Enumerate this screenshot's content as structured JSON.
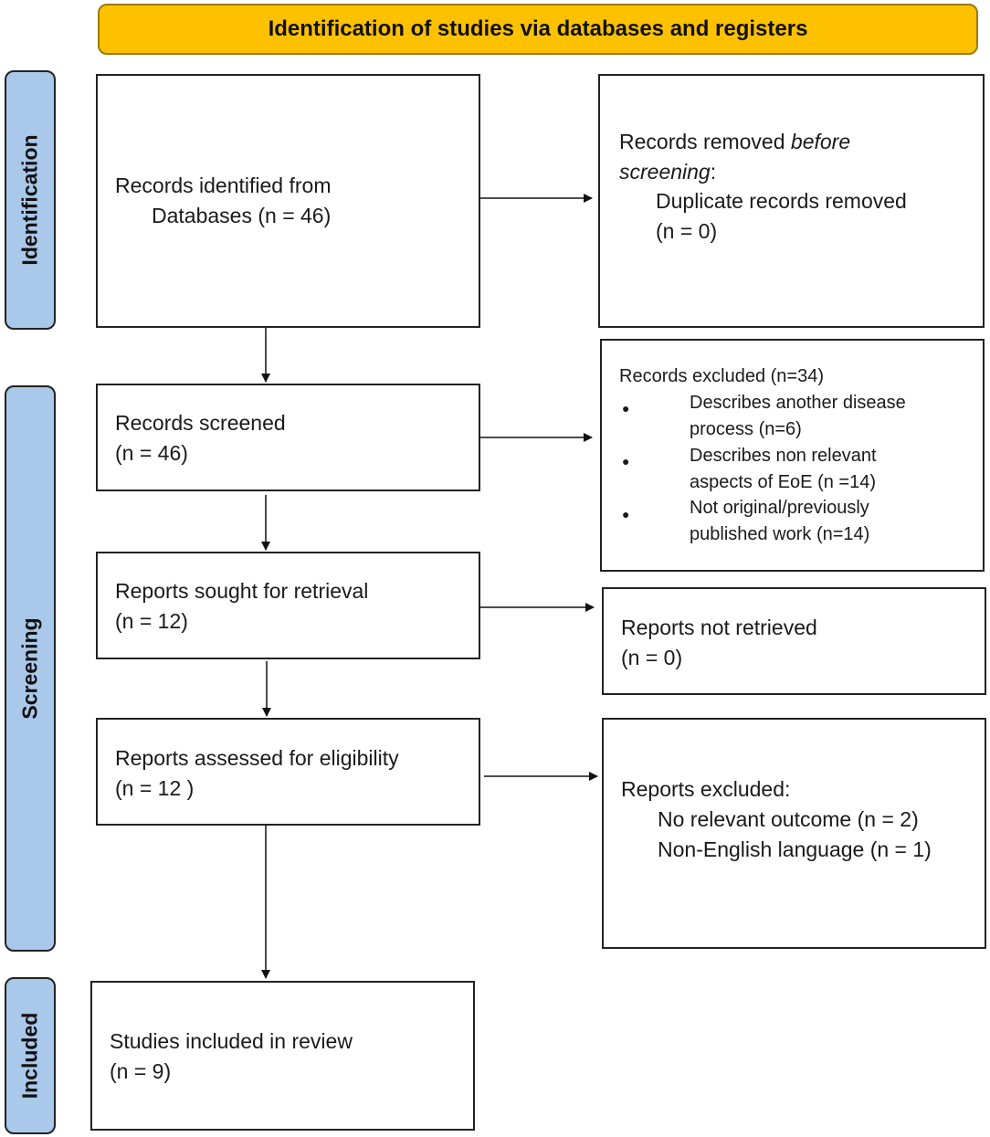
{
  "header": {
    "title": "Identification of studies via databases and registers"
  },
  "phases": {
    "identification": "Identification",
    "screening": "Screening",
    "included": "Included"
  },
  "boxes": {
    "records_identified": {
      "line1": "Records identified from",
      "line2": "Databases (n = 46)"
    },
    "records_removed": {
      "line1_a": "Records removed ",
      "line1_b": "before",
      "line2_a": "screening",
      "line2_b": ":",
      "line3": "Duplicate records removed",
      "line4": "(n = 0)"
    },
    "records_screened": {
      "line1": "Records screened",
      "line2": "(n = 46)"
    },
    "records_excluded": {
      "title": "Records excluded (n=34)",
      "items": [
        {
          "l1": "Describes another disease",
          "l2": "process (n=6)"
        },
        {
          "l1": "Describes non relevant",
          "l2": "aspects of EoE (n =14)"
        },
        {
          "l1": "Not original/previously",
          "l2": "published work (n=14)"
        }
      ],
      "bullet": "●"
    },
    "reports_sought": {
      "line1": "Reports sought for retrieval",
      "line2": "(n = 12)"
    },
    "reports_not_retrieved": {
      "line1": "Reports not retrieved",
      "line2": "(n = 0)"
    },
    "reports_assessed": {
      "line1": "Reports assessed for eligibility",
      "line2": "(n = 12 )"
    },
    "reports_excluded": {
      "line1": "Reports excluded:",
      "line2": "No relevant outcome (n = 2)",
      "line3": "Non-English language (n = 1)"
    },
    "studies_included": {
      "line1": "Studies included in review",
      "line2": "(n = 9)"
    }
  },
  "colors": {
    "header_fill": "#fdc100",
    "phase_fill": "#a9c8ea"
  }
}
